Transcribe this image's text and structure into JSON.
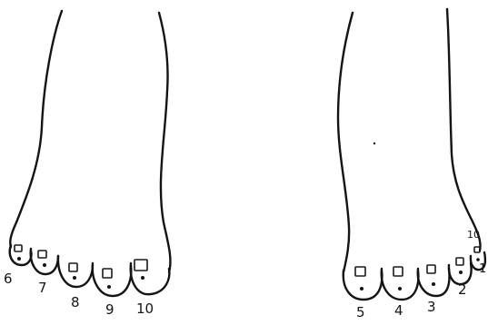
{
  "diagram": {
    "left_foot": {
      "toes": [
        {
          "label": "6"
        },
        {
          "label": "7"
        },
        {
          "label": "8"
        },
        {
          "label": "9"
        },
        {
          "label": "10"
        }
      ]
    },
    "right_foot": {
      "toes": [
        {
          "label": "5"
        },
        {
          "label": "4"
        },
        {
          "label": "3"
        },
        {
          "label": "2"
        },
        {
          "label": "1"
        }
      ],
      "extra_label": "10"
    },
    "colors": {
      "ink": "#141414",
      "background": "#ffffff"
    }
  }
}
